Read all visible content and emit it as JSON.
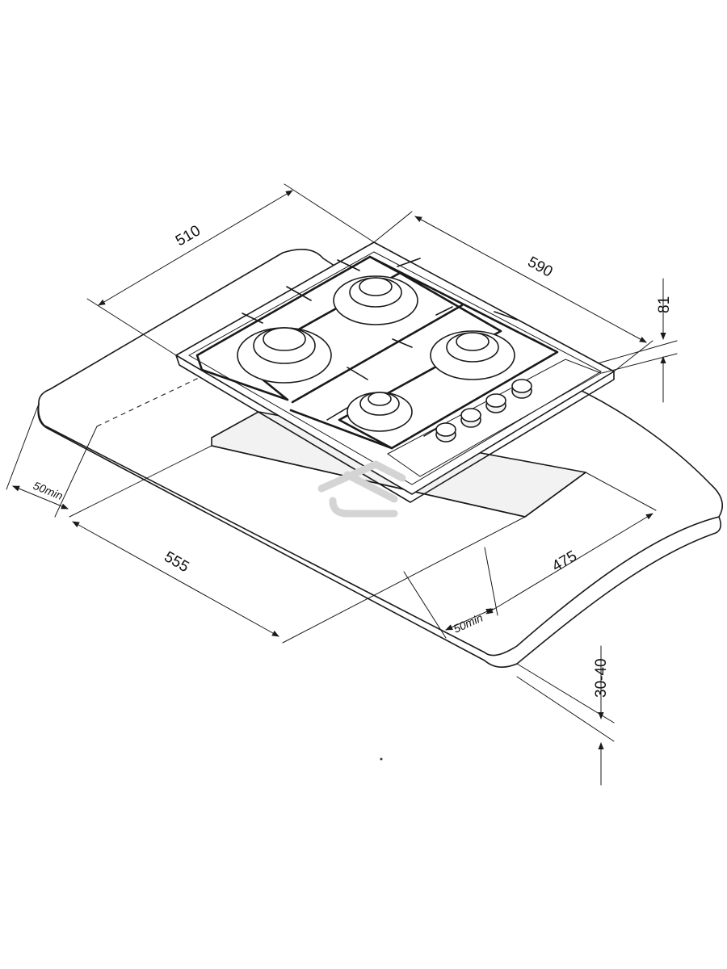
{
  "dimensions": {
    "hob_width": "590",
    "hob_depth": "510",
    "hob_height": "81",
    "cutout_width": "555",
    "cutout_depth": "475",
    "clearance_front": "50min",
    "clearance_side": "50min",
    "countertop_thickness": "30-40"
  },
  "hob": {
    "burners": 4,
    "knobs": 4
  }
}
